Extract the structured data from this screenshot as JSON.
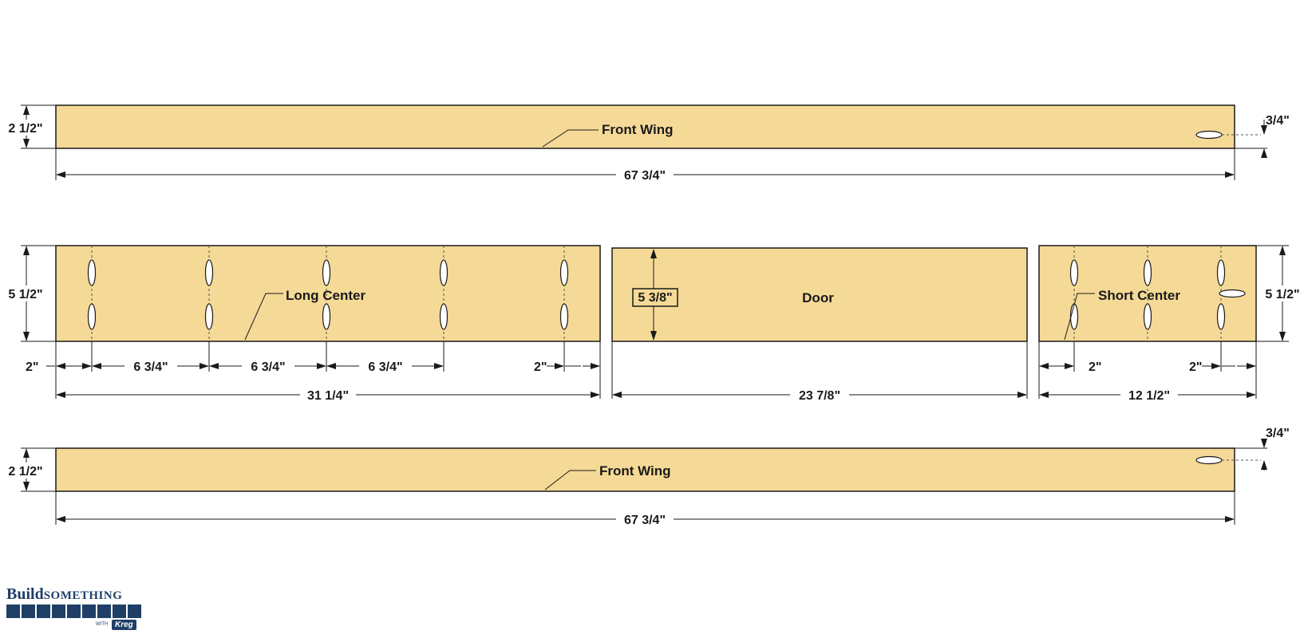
{
  "boards": {
    "front_wing_top": "Front Wing",
    "long_center": "Long Center",
    "door": "Door",
    "short_center": "Short Center",
    "front_wing_bottom": "Front Wing"
  },
  "dimensions": {
    "fw_top_height": "2 1/2\"",
    "fw_top_length": "67 3/4\"",
    "fw_top_hole_offset": "3/4\"",
    "lc_height": "5 1/2\"",
    "lc_left_offset": "2\"",
    "lc_spacing_1": "6 3/4\"",
    "lc_spacing_2": "6 3/4\"",
    "lc_spacing_3": "6 3/4\"",
    "lc_right_offset": "2\"",
    "lc_length": "31 1/4\"",
    "door_height": "5 3/8\"",
    "door_length": "23 7/8\"",
    "sc_height": "5 1/2\"",
    "sc_left_offset": "2\"",
    "sc_right_offset": "2\"",
    "sc_length": "12 1/2\"",
    "fw_bot_height": "2 1/2\"",
    "fw_bot_length": "67 3/4\"",
    "fw_bot_hole_offset": "3/4\""
  },
  "logo": {
    "build": "Build",
    "something": "SOMETHING",
    "with": "WITH",
    "kreg": "Kreg"
  },
  "colors": {
    "board_fill": "#f5d996",
    "line": "#1a1a1a",
    "logo_blue": "#1f3f66"
  }
}
